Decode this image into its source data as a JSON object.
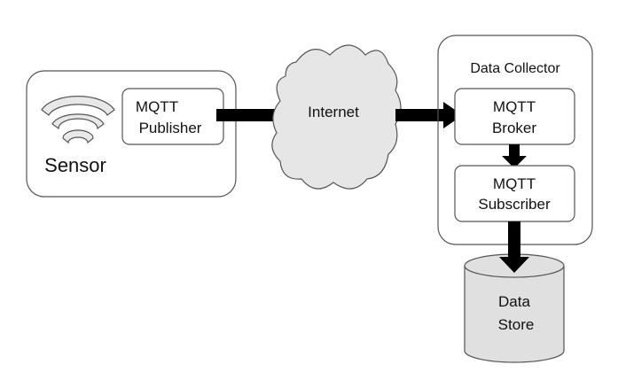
{
  "sensor": {
    "label": "Sensor",
    "icon": "wireless-signal-icon"
  },
  "publisher": {
    "line1": "MQTT",
    "line2": "Publisher"
  },
  "internet": {
    "label": "Internet",
    "icon": "cloud"
  },
  "collector": {
    "title": "Data Collector",
    "broker": {
      "line1": "MQTT",
      "line2": "Broker"
    },
    "subscriber": {
      "line1": "MQTT",
      "line2": "Subscriber"
    }
  },
  "store": {
    "line1": "Data",
    "line2": "Store",
    "icon": "database-cylinder"
  },
  "colors": {
    "stroke": "#555555",
    "arrow": "#000000",
    "cloud_fill": "#e6e6e6",
    "store_fill": "#e0e0e0",
    "signal_fill": "#e8e8e8"
  }
}
